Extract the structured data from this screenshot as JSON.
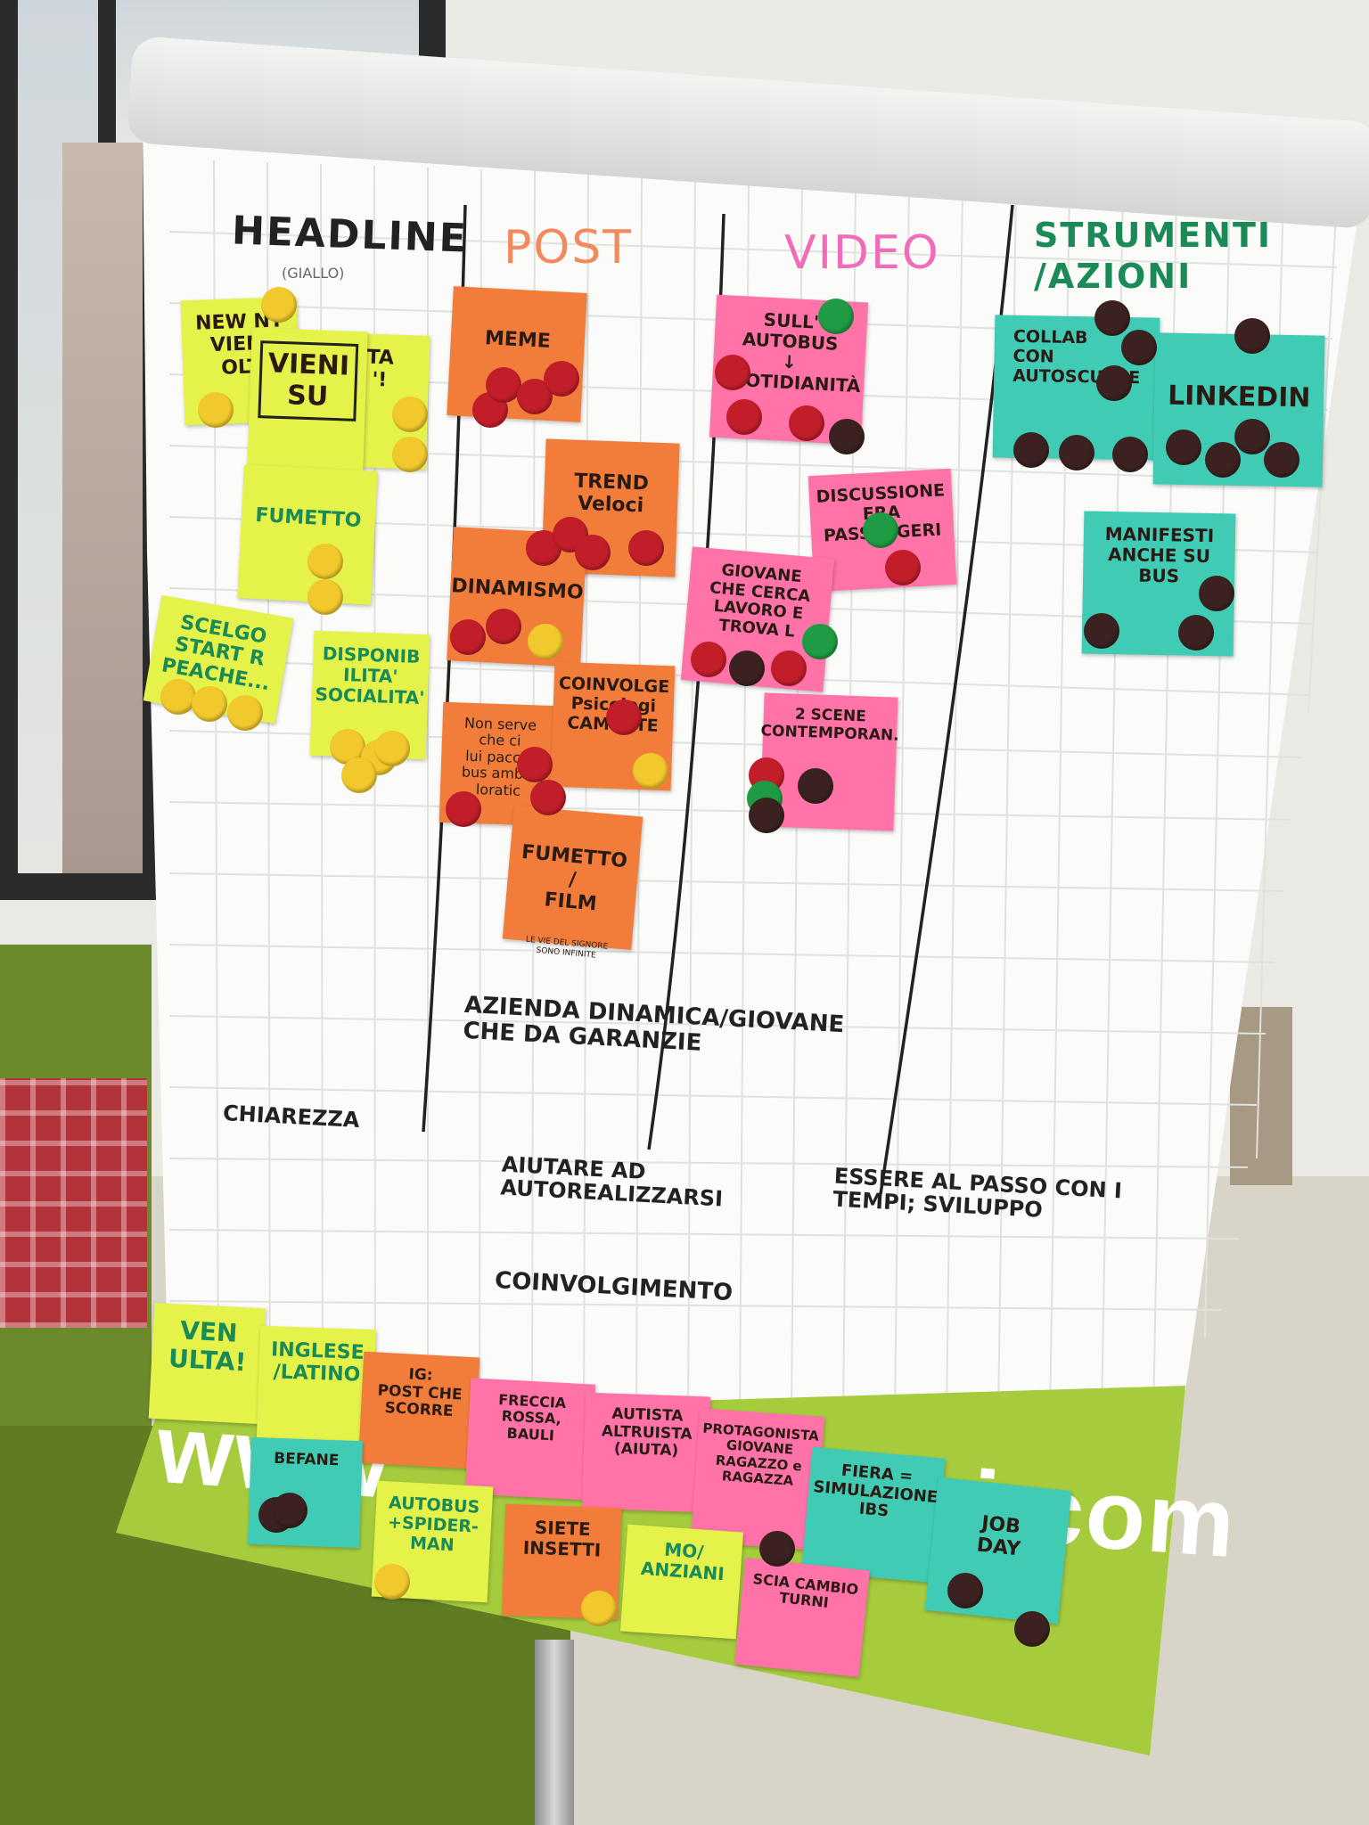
{
  "flipchart": {
    "columns": [
      {
        "title": "HEADLINE",
        "subtitle": "(GIALLO)",
        "color": "#222222"
      },
      {
        "title": "POST",
        "color": "#f28a5e"
      },
      {
        "title": "VIDEO",
        "color": "#f06bb8"
      },
      {
        "title": "STRUMENTI\n/AZIONI",
        "color": "#1a8a57"
      }
    ],
    "notes": {
      "vieni_olt": "NEW NT\nVIENI\nOLT",
      "vieni_su": "VIENI\nSU",
      "ta": "TA\n'!",
      "fumetto_y": "FUMETTO",
      "scelgo": "SCELGO\nSTART R\nPEACHE...",
      "disponib": "DISPONIB\nILITA'\nSOCIALITA'",
      "meme": "MEME",
      "trend": "TREND\nVeloci",
      "dinamismo": "DINAMISMO",
      "coinvolge": "COINVOLGE\nPsicologi\nCAMENTE",
      "non_serve": "Non serve\nche ci\nlui pacchi\nbus ambia\nloratic",
      "fumetto_film": "FUMETTO\n/\nFILM",
      "film_small": "LE VIE DEL SIGNORE\nSONO INFINITE",
      "sull_autobus": "SULL'\nAUTOBUS\n↓\nQUOTIDIANITÀ",
      "discussione": "DISCUSSIONE\nFRA\nPASSEGGERI",
      "giovane": "GIOVANE\nCHE CERCA\nLAVORO E\nTROVA L",
      "due_scene": "2 SCENE\nCONTEMPORAN.",
      "collab": "COLLAB\nCON\nAUTOSCUOLE",
      "linkedin": "LINKEDIN",
      "manifesti": "MANIFESTI\nANCHE SU\nBUS",
      "ven_ulta": "VEN\nULTA!",
      "inglese": "INGLESE\n/LATINO",
      "ig": "IG:\nPOST CHE\nSCORRE",
      "freccia": "FRECCIA\nROSSA, BAULI",
      "autista": "AUTISTA\nALTRUISTA\n(AIUTA)",
      "protagonista": "PROTAGONISTA\nGIOVANE\nRAGAZZO e\nRAGAZZA",
      "fiera": "FIERA =\nSIMULAZIONE\nIBS",
      "job_day": "JOB\nDAY",
      "befane": "BEFANE",
      "autobus_spider": "AUTOBUS\n+SPIDER-\nMAN",
      "siete_insetti": "SIETE\nINSETTI",
      "anziani": "MO/\nANZIANI",
      "cambio_turni": "SCIA CAMBIO\nTURNI"
    },
    "writing": {
      "azienda": "AZIENDA DINAMICA/GIOVANE\nCHE DA GARANZIE",
      "chiarezza": "CHIAREZZA",
      "aiutare": "AIUTARE AD\nAUTOREALIZZARSI",
      "essere": "ESSERE AL PASSO CON I\nTEMPI; SVILUPPO",
      "coinvolgimento": "COINVOLGIMENTO"
    },
    "banner_left": "www.",
    "banner_right": "i.com"
  }
}
